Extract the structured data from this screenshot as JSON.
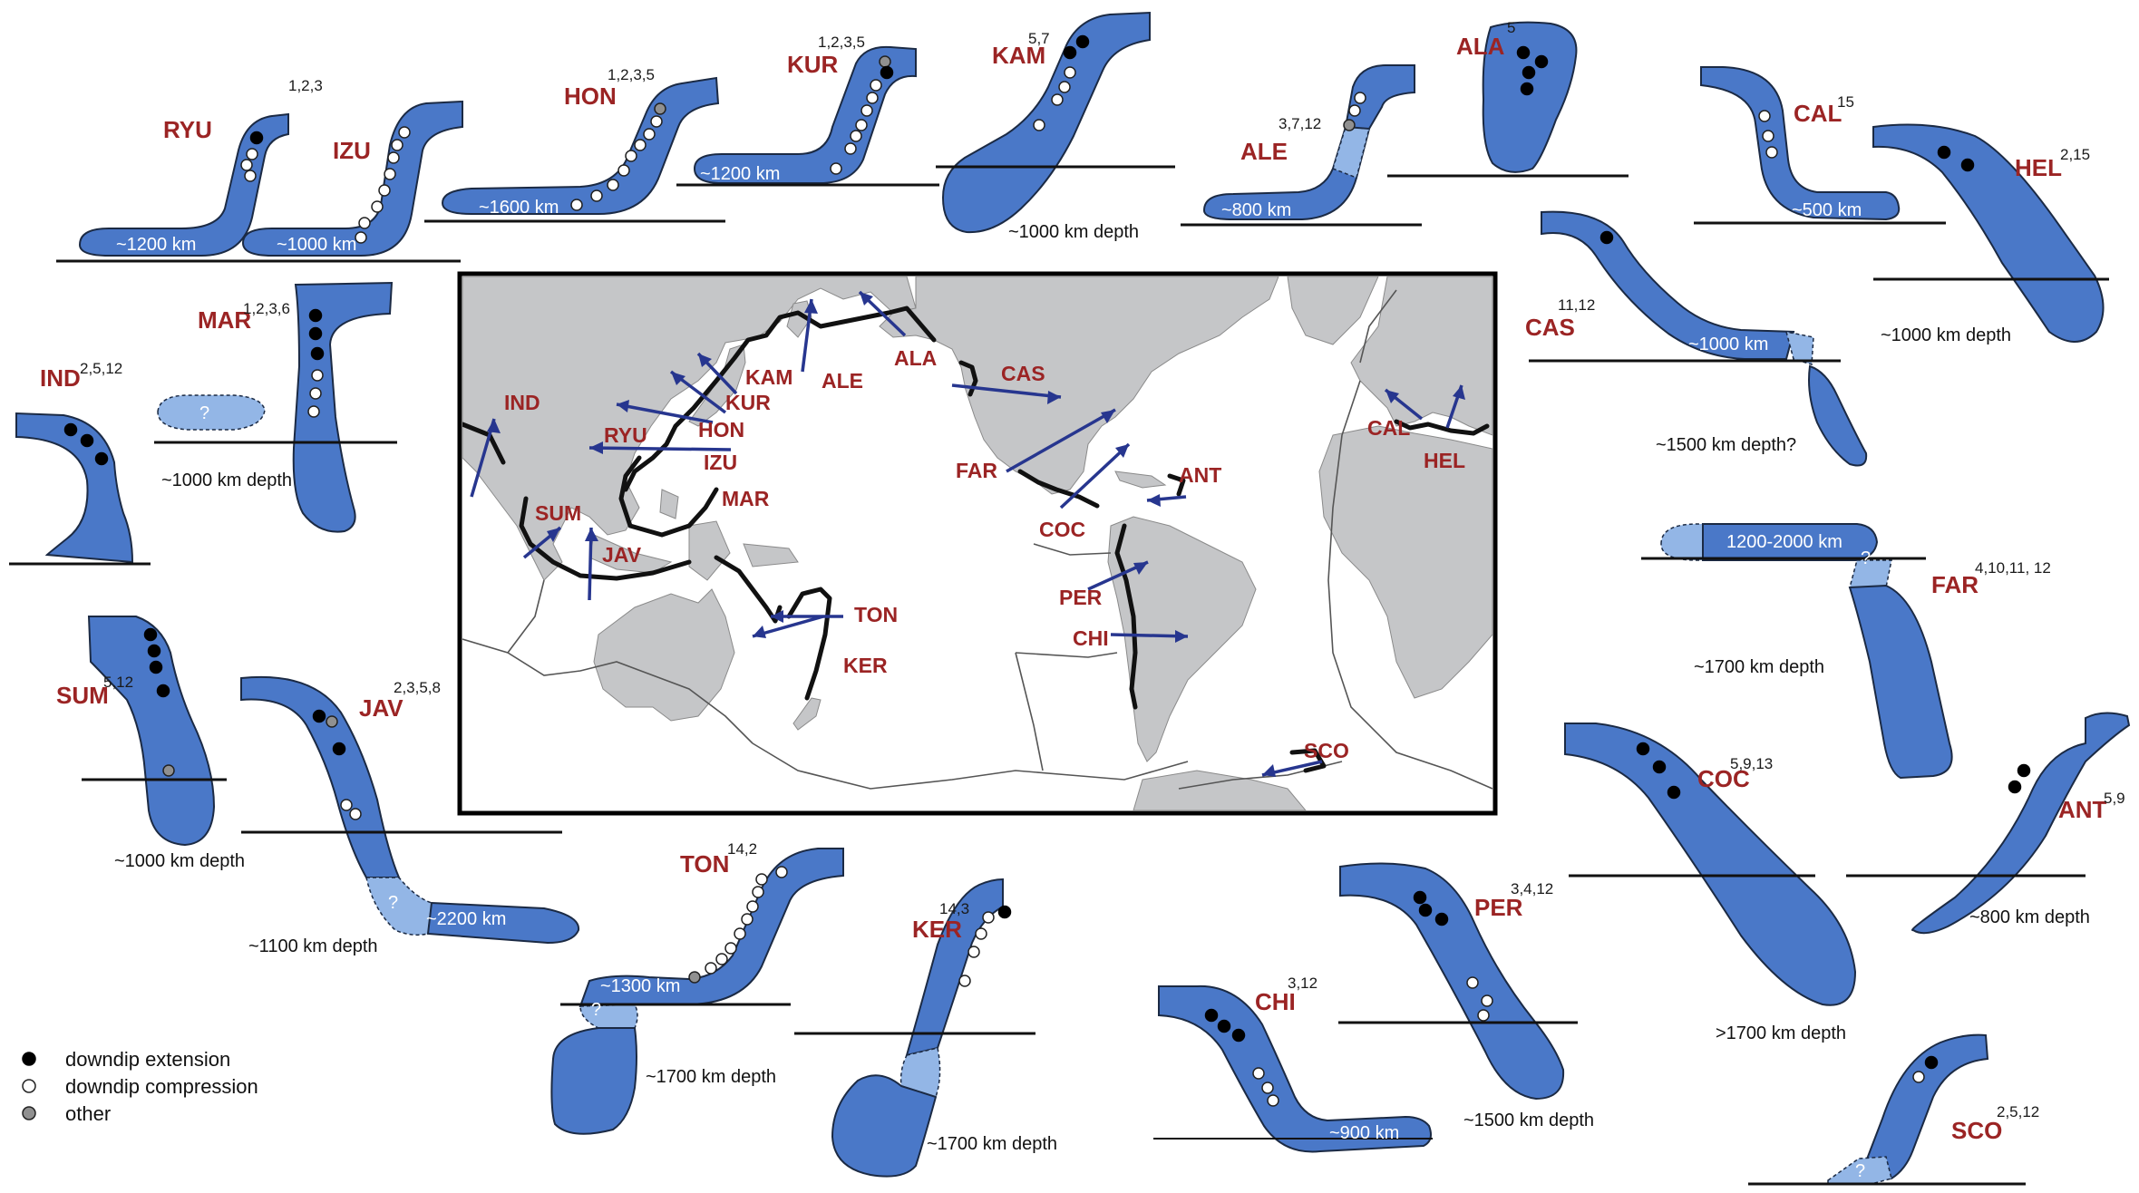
{
  "slabs": [
    {
      "id": "RYU",
      "label": "RYU",
      "refs": "1,2,3",
      "distance": "~1200 km",
      "depth": ""
    },
    {
      "id": "IZU",
      "label": "IZU",
      "refs": "",
      "distance": "~1000 km",
      "depth": ""
    },
    {
      "id": "HON",
      "label": "HON",
      "refs": "1,2,3,5",
      "distance": "~1600 km",
      "depth": ""
    },
    {
      "id": "KUR",
      "label": "KUR",
      "refs": "1,2,3,5",
      "distance": "~1200 km",
      "depth": ""
    },
    {
      "id": "KAM",
      "label": "KAM",
      "refs": "5,7",
      "distance": "",
      "depth": "~1000 km depth"
    },
    {
      "id": "ALE",
      "label": "ALE",
      "refs": "3,7,12",
      "distance": "~800 km",
      "depth": ""
    },
    {
      "id": "ALA",
      "label": "ALA",
      "refs": "5",
      "distance": "",
      "depth": ""
    },
    {
      "id": "CAL",
      "label": "CAL",
      "refs": "15",
      "distance": "~500 km",
      "depth": ""
    },
    {
      "id": "HEL",
      "label": "HEL",
      "refs": "2,15",
      "distance": "",
      "depth": "~1000 km depth"
    },
    {
      "id": "CAS",
      "label": "CAS",
      "refs": "11,12",
      "distance": "~1000 km",
      "depth": "~1500 km depth?"
    },
    {
      "id": "FAR",
      "label": "FAR",
      "refs": "4,10,11, 12",
      "distance": "1200-2000 km",
      "depth": "~1700 km depth"
    },
    {
      "id": "COC",
      "label": "COC",
      "refs": "5,9,13",
      "distance": "",
      "depth": ">1700 km depth"
    },
    {
      "id": "ANT",
      "label": "ANT",
      "refs": "5,9",
      "distance": "",
      "depth": "~800 km depth"
    },
    {
      "id": "SCO",
      "label": "SCO",
      "refs": "2,5,12",
      "distance": "",
      "depth": ""
    },
    {
      "id": "PER",
      "label": "PER",
      "refs": "3,4,12",
      "distance": "",
      "depth": "~1500 km depth"
    },
    {
      "id": "CHI",
      "label": "CHI",
      "refs": "3,12",
      "distance": "~900 km",
      "depth": ""
    },
    {
      "id": "KER",
      "label": "KER",
      "refs": "14,3",
      "distance": "",
      "depth": "~1700 km depth"
    },
    {
      "id": "TON",
      "label": "TON",
      "refs": "14,2",
      "distance": "~1300 km",
      "depth": "~1700 km depth"
    },
    {
      "id": "JAV",
      "label": "JAV",
      "refs": "2,3,5,8",
      "distance": "~2200 km",
      "depth": "~1100 km depth"
    },
    {
      "id": "SUM",
      "label": "SUM",
      "refs": "5,12",
      "distance": "",
      "depth": "~1000 km depth"
    },
    {
      "id": "IND",
      "label": "IND",
      "refs": "2,5,12",
      "distance": "",
      "depth": ""
    },
    {
      "id": "MAR",
      "label": "MAR",
      "refs": "1,2,3,6",
      "distance": "",
      "depth": "~1000 km depth"
    }
  ],
  "unknown_mark": "?",
  "map_labels": [
    "IND",
    "KAM",
    "KUR",
    "HON",
    "RYU",
    "IZU",
    "MAR",
    "ALE",
    "ALA",
    "CAS",
    "FAR",
    "COC",
    "ANT",
    "PER",
    "CHI",
    "SCO",
    "SUM",
    "JAV",
    "TON",
    "KER",
    "CAL",
    "HEL"
  ],
  "legend": [
    {
      "symbol": "black",
      "label": "downdip extension",
      "color": "#000000"
    },
    {
      "symbol": "white",
      "label": "downdip compression",
      "color": "#ffffff"
    },
    {
      "symbol": "gray",
      "label": "other",
      "color": "#909090"
    }
  ],
  "colors": {
    "slab": "#4a78c8",
    "slab_uncertain": "#93b6e6",
    "label": "#9b2424",
    "arrow": "#27368f",
    "land": "#c5c6c8"
  }
}
